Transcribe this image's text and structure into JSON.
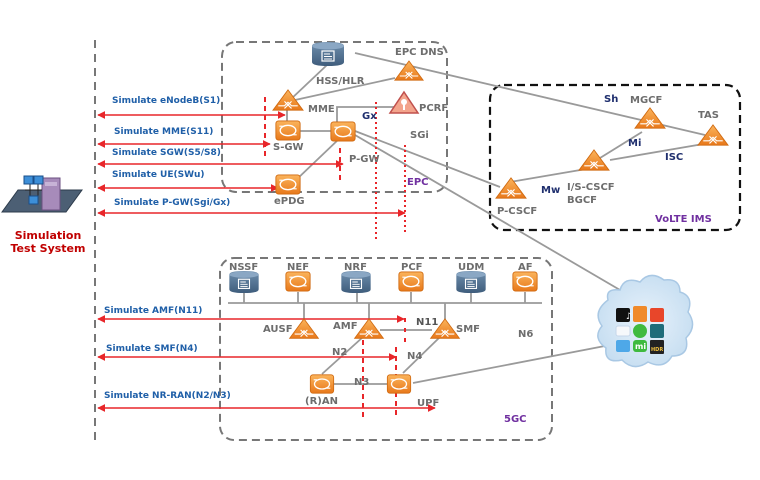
{
  "title": "Simulation Test System network topology",
  "colors": {
    "sim_arrow": "#e8262a",
    "sim_label": "#1f5fa8",
    "node_label": "#6d6d6d",
    "interface_label": "#1f2f6e",
    "domain_label": "#7030a0",
    "system_label": "#c00000",
    "orange_node": "#f0902a",
    "db_node": "#4a6888",
    "link": "#9a9a9a"
  },
  "system": {
    "label_line1": "Simulation",
    "label_line2": "Test System",
    "icon": "network-lab-icon"
  },
  "simulations": [
    {
      "label": "Simulate eNodeB(S1)"
    },
    {
      "label": "Simulate MME(S11)"
    },
    {
      "label": "Simulate SGW(S5/S8)"
    },
    {
      "label": "Simulate UE(SWu)"
    },
    {
      "label": "Simulate P-GW(Sgi/Gx)"
    },
    {
      "label": "Simulate AMF(N11)"
    },
    {
      "label": "Simulate SMF(N4)"
    },
    {
      "label": "Simulate NR-RAN(N2/N3)"
    }
  ],
  "epc": {
    "domain_label": "EPC",
    "nodes": {
      "hss": "HSS/HLR",
      "dns": "EPC DNS",
      "mme": "MME",
      "pcrf": "PCRF",
      "sgw": "S-GW",
      "pgw": "P-GW",
      "epdg": "ePDG"
    },
    "interfaces": {
      "gx": "Gx",
      "sgi": "SGi"
    }
  },
  "ims": {
    "domain_label": "VoLTE IMS",
    "nodes": {
      "mgcf": "MGCF",
      "tas": "TAS",
      "cscf_1": "I/S-CSCF",
      "cscf_2": "BGCF",
      "pcscf": "P-CSCF"
    },
    "interfaces": {
      "sh": "Sh",
      "mi": "Mi",
      "isc": "ISC",
      "mw": "Mw"
    }
  },
  "fivegc": {
    "domain_label": "5GC",
    "nodes": {
      "nssf": "NSSF",
      "nef": "NEF",
      "nrf": "NRF",
      "pcf": "PCF",
      "udm": "UDM",
      "af": "AF",
      "ausf": "AUSF",
      "amf": "AMF",
      "smf": "SMF",
      "ran": "(R)AN",
      "upf": "UPF"
    },
    "interfaces": {
      "n11": "N11",
      "n6": "N6",
      "n2": "N2",
      "n4": "N4",
      "n3": "N3"
    }
  },
  "internet": {
    "label": "Internet services cloud",
    "apps": [
      "tiktok-icon",
      "app-icon",
      "video-icon",
      "skype-icon",
      "wechat-icon",
      "player-icon",
      "chat-icon",
      "mi-icon",
      "4k-hdr-icon"
    ]
  }
}
